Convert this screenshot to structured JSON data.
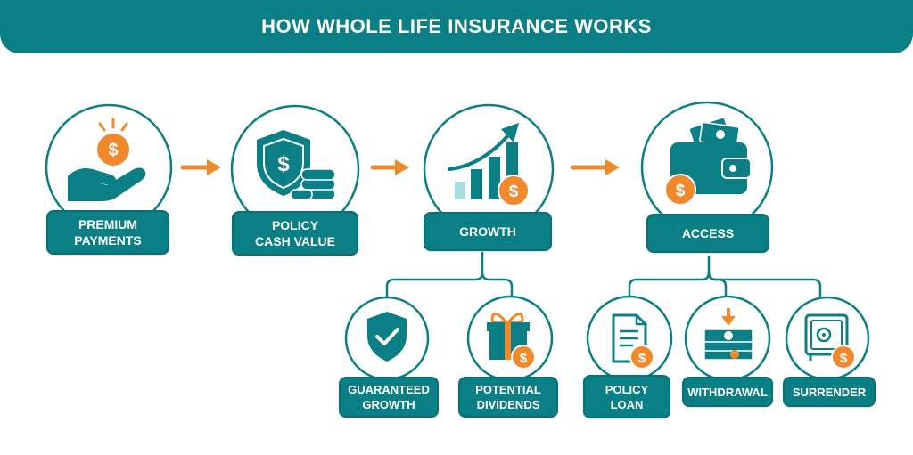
{
  "header": {
    "title": "HOW WHOLE LIFE INSURANCE WORKS"
  },
  "colors": {
    "teal": "#0a7f86",
    "orange": "#f0892c",
    "light_teal": "#a9dde0"
  },
  "steps": [
    {
      "line1": "PREMIUM",
      "line2": "PAYMENTS",
      "icon": "hand-dollar-icon"
    },
    {
      "line1": "POLICY",
      "line2": "CASH VALUE",
      "icon": "shield-coins-icon"
    },
    {
      "line1": "GROWTH",
      "line2": "",
      "icon": "growth-chart-icon"
    },
    {
      "line1": "ACCESS",
      "line2": "",
      "icon": "wallet-icon"
    }
  ],
  "growth_branches": [
    {
      "line1": "GUARANTEED",
      "line2": "GROWTH",
      "icon": "shield-check-icon"
    },
    {
      "line1": "POTENTIAL",
      "line2": "DIVIDENDS",
      "icon": "gift-dollar-icon"
    }
  ],
  "access_branches": [
    {
      "line1": "POLICY",
      "line2": "LOAN",
      "icon": "document-dollar-icon"
    },
    {
      "line1": "WITHDRAWAL",
      "line2": "",
      "icon": "cash-withdrawal-icon"
    },
    {
      "line1": "SURRENDER",
      "line2": "",
      "icon": "safe-icon"
    }
  ]
}
